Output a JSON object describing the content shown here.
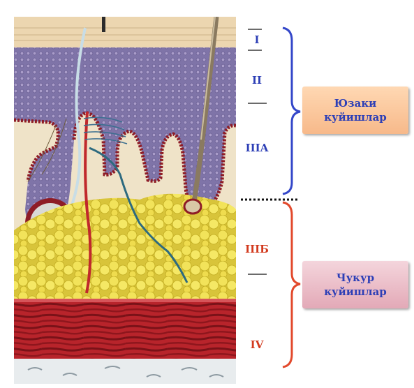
{
  "layers": {
    "l1": "I",
    "l2": "II",
    "l3a": "IIIA",
    "l3b": "IIIБ",
    "l4": "IV"
  },
  "boxes": {
    "superficial": {
      "line1": "Юзаки",
      "line2": "куйишлар"
    },
    "deep": {
      "line1": "Чукур",
      "line2": "куйишлар"
    }
  },
  "colors": {
    "superficial_bracket": "#3447c9",
    "deep_bracket": "#e2492c",
    "superficial_box": "#f7b98a",
    "deep_box": "#e3a9b7",
    "label_text": "#2d3fb6"
  }
}
